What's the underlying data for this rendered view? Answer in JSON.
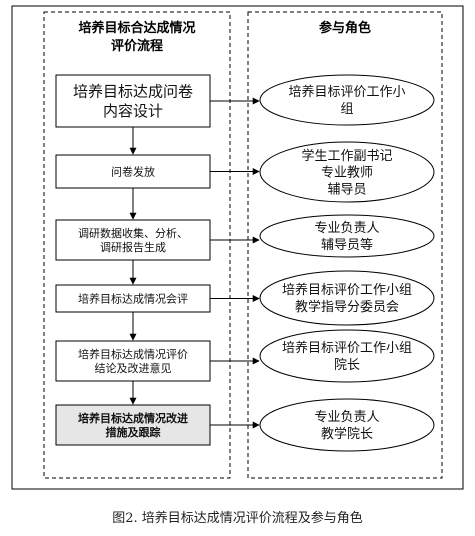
{
  "left_panel": {
    "title_line1": "培养目标合达成情况",
    "title_line2": "评价流程"
  },
  "right_panel": {
    "title": "参与角色"
  },
  "process_steps": [
    {
      "lines": [
        "培养目标达成问卷",
        "内容设计"
      ],
      "bold": false
    },
    {
      "lines": [
        "问卷发放"
      ],
      "bold": false
    },
    {
      "lines": [
        "调研数据收集、分析、",
        "调研报告生成"
      ],
      "bold": false
    },
    {
      "lines": [
        "培养目标达成情况会评"
      ],
      "bold": false
    },
    {
      "lines": [
        "培养目标达成情况评价",
        "结论及改进意见"
      ],
      "bold": false
    },
    {
      "lines": [
        "培养目标达成情况改进",
        "措施及跟踪"
      ],
      "bold": true
    }
  ],
  "roles": [
    {
      "lines": [
        "培养目标评价工作小",
        "组"
      ]
    },
    {
      "lines": [
        "学生工作副书记",
        "专业教师",
        "辅导员"
      ]
    },
    {
      "lines": [
        "专业负责人",
        "辅导员等"
      ]
    },
    {
      "lines": [
        "培养目标评价工作小组",
        "教学指导分委员会"
      ]
    },
    {
      "lines": [
        "培养目标评价工作小组",
        "院长"
      ]
    },
    {
      "lines": [
        "专业负责人",
        "教学院长"
      ]
    }
  ],
  "caption": "图2. 培养目标达成情况评价流程及参与角色"
}
